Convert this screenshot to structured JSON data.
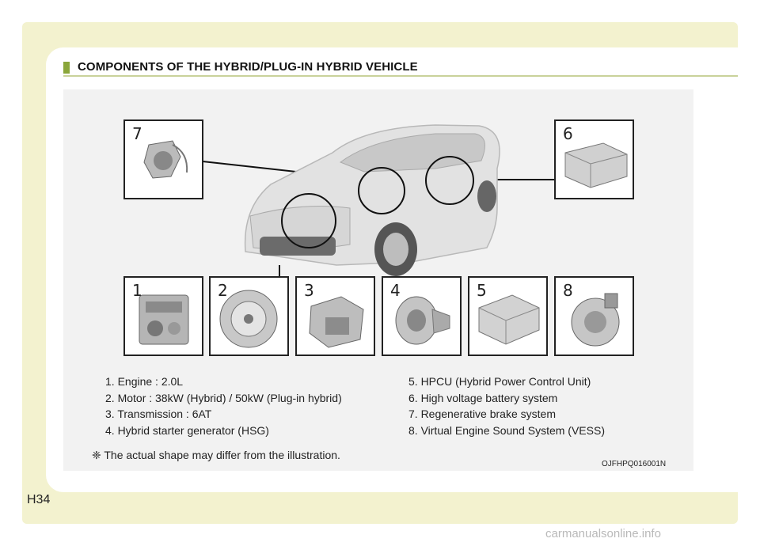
{
  "section": {
    "title": "COMPONENTS OF THE HYBRID/PLUG-IN HYBRID VEHICLE"
  },
  "components": [
    {
      "number": "1",
      "name": "Engine : 2.0L",
      "icon": "engine-icon"
    },
    {
      "number": "2",
      "name": "Motor : 38kW (Hybrid) / 50kW (Plug-in hybrid)",
      "icon": "motor-icon"
    },
    {
      "number": "3",
      "name": "Transmission : 6AT",
      "icon": "transmission-icon"
    },
    {
      "number": "4",
      "name": "Hybrid starter generator (HSG)",
      "icon": "generator-icon"
    },
    {
      "number": "5",
      "name": "HPCU (Hybrid Power Control Unit)",
      "icon": "control-unit-icon"
    },
    {
      "number": "6",
      "name": "High voltage battery system",
      "icon": "battery-icon"
    },
    {
      "number": "7",
      "name": "Regenerative brake system",
      "icon": "brake-system-icon"
    },
    {
      "number": "8",
      "name": "Virtual Engine Sound System (VESS)",
      "icon": "speaker-icon"
    }
  ],
  "box_labels": {
    "b1": "1",
    "b2": "2",
    "b3": "3",
    "b4": "4",
    "b5": "5",
    "b8": "8",
    "b6": "6",
    "b7": "7"
  },
  "legend": {
    "left": [
      "1. Engine : 2.0L",
      "2. Motor : 38kW (Hybrid) / 50kW (Plug-in hybrid)",
      "3. Transmission : 6AT",
      "4. Hybrid starter generator (HSG)"
    ],
    "right": [
      "5. HPCU (Hybrid Power Control Unit)",
      "6. High voltage battery system",
      "7. Regenerative brake system",
      "8. Virtual Engine Sound System (VESS)"
    ]
  },
  "note": "❈ The actual shape may differ from the illustration.",
  "illustration_code": "OJFHPQ016001N",
  "page_number": "H34",
  "watermark": "carmanualsonline.info",
  "colors": {
    "accent_bar": "#8aa63a",
    "page_band": "#f3f2cf",
    "illustration_bg": "#f2f2f2"
  }
}
